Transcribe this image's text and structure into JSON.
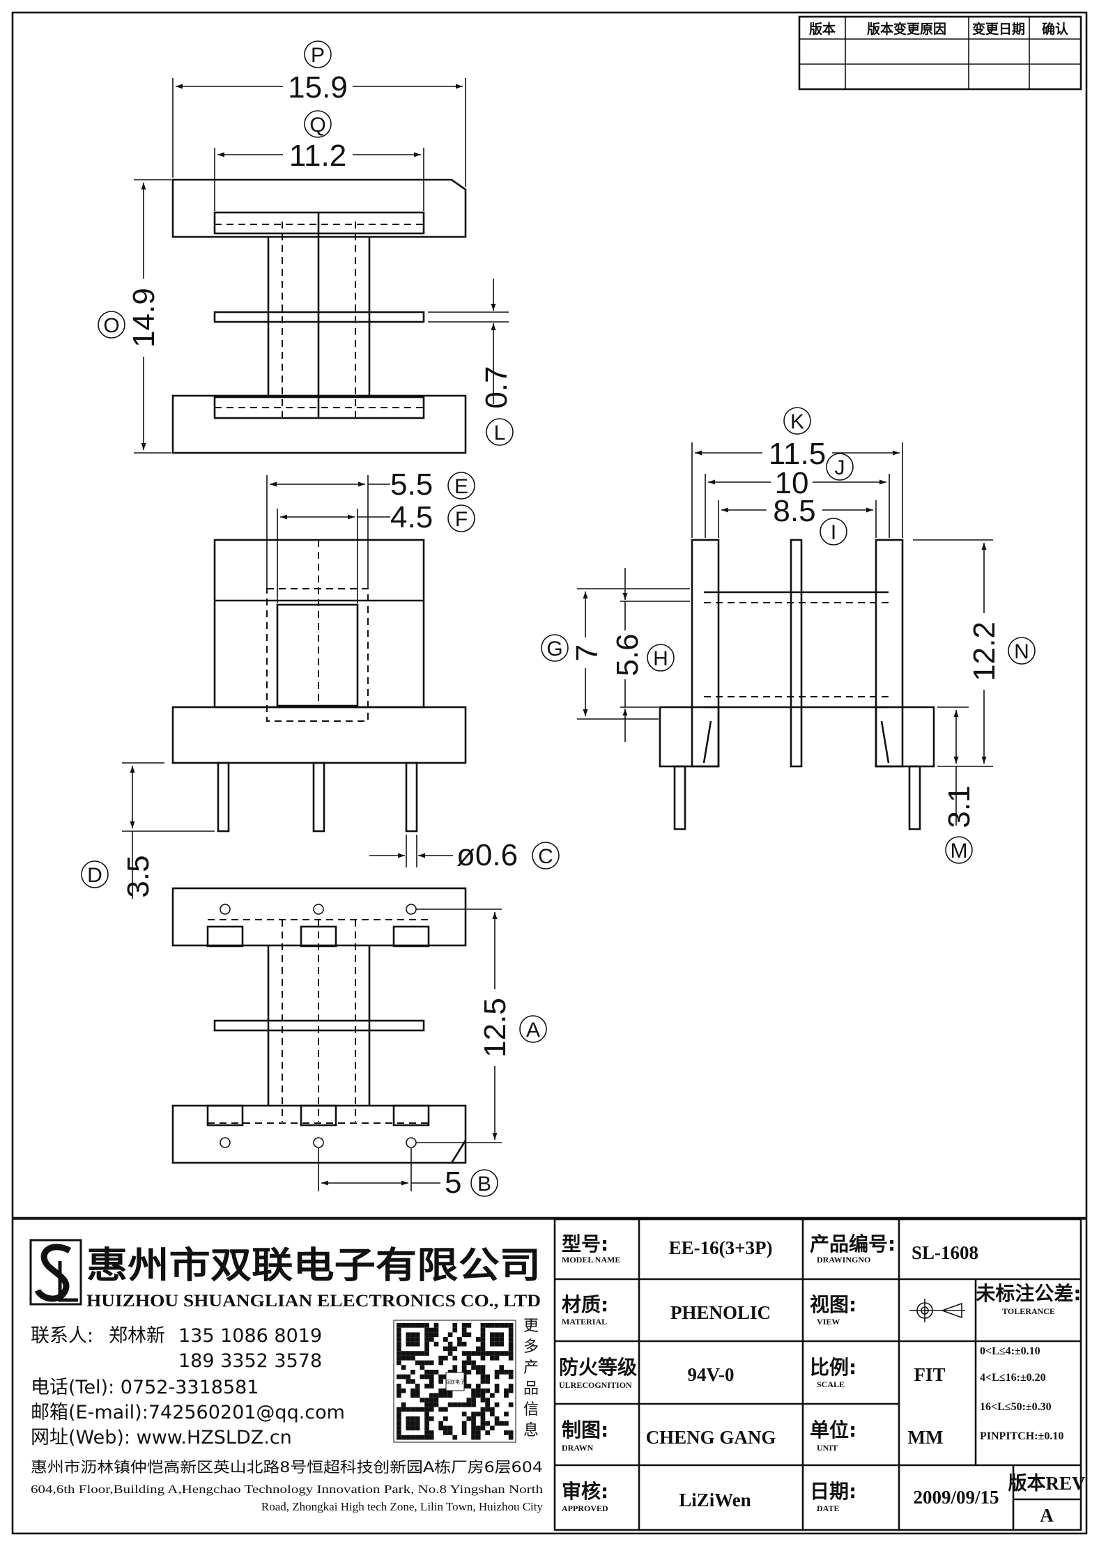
{
  "revision_table": {
    "headers": [
      "版本",
      "版本变更原因",
      "变更日期",
      "确认"
    ]
  },
  "dimensions": {
    "P": {
      "letter": "P",
      "value": "15.9"
    },
    "Q": {
      "letter": "Q",
      "value": "11.2"
    },
    "O": {
      "letter": "O",
      "value": "14.9"
    },
    "L": {
      "letter": "L",
      "value": "0.7"
    },
    "E": {
      "letter": "E",
      "value": "5.5"
    },
    "F": {
      "letter": "F",
      "value": "4.5"
    },
    "D": {
      "letter": "D",
      "value": "3.5"
    },
    "C": {
      "letter": "C",
      "value": "ø0.6"
    },
    "A": {
      "letter": "A",
      "value": "12.5"
    },
    "B": {
      "letter": "B",
      "value": "5"
    },
    "K": {
      "letter": "K",
      "value": "11.5"
    },
    "J": {
      "letter": "J",
      "value": "10"
    },
    "I": {
      "letter": "I",
      "value": "8.5"
    },
    "G": {
      "letter": "G",
      "value": "7"
    },
    "H": {
      "letter": "H",
      "value": "5.6"
    },
    "N": {
      "letter": "N",
      "value": "12.2"
    },
    "M": {
      "letter": "M",
      "value": "3.1"
    }
  },
  "company": {
    "logo_letters": "SL",
    "name_cn": "惠州市双联电子有限公司",
    "name_en": "HUIZHOU SHUANGLIAN ELECTRONICS CO., LTD",
    "contact_label": "联系人:",
    "contact_name": "郑林新",
    "phone1": "135 1086 8019",
    "phone2": "189 3352 3578",
    "tel_label": "电话",
    "tel_tag": "(Tel)",
    "tel": ": 0752-3318581",
    "mail_label": "邮箱",
    "mail_tag": "(E-mail)",
    "mail": ":742560201@qq.com",
    "web_label": "网址",
    "web_tag": "(Web)",
    "web": ": www.HZSLDZ.cn",
    "more_products": [
      "更",
      "多",
      "产",
      "品",
      "信",
      "息"
    ],
    "qr_caption": "双联电子",
    "address_cn": "惠州市沥林镇仲恺高新区英山北路8号恒超科技创新园A栋厂房6层604",
    "address_en_1": "604,6th Floor,Building A,Hengchao Technology Innovation Park, No.8 Yingshan North",
    "address_en_2": "Road, Zhongkai High tech Zone, Lilin Town, Huizhou City"
  },
  "title_block": {
    "model_label_cn": "型号:",
    "model_label_en": "MODEL NAME",
    "model": "EE-16(3+3P)",
    "drawing_label_cn": "产品编号:",
    "drawing_label_en": "DRAWINGNO",
    "drawing_no": "SL-1608",
    "material_label_cn": "材质:",
    "material_label_en": "MATERIAL",
    "material": "PHENOLIC",
    "view_label_cn": "视图:",
    "view_label_en": "VIEW",
    "tolerance_label_cn": "未标注公差:",
    "tolerance_label_en": "TOLERANCE",
    "tolerances": [
      "0<L≤4:±0.10",
      "4<L≤16:±0.20",
      "16<L≤50:±0.30",
      "PINPITCH:±0.10"
    ],
    "fire_label_cn": "防火等级",
    "fire_label_en": "ULRECOGNITION",
    "fire": "94V-0",
    "scale_label_cn": "比例:",
    "scale_label_en": "SCALE",
    "scale": "FIT",
    "drawn_label_cn": "制图:",
    "drawn_label_en": "DRAWN",
    "drawn": "CHENG GANG",
    "unit_label_cn": "单位:",
    "unit_label_en": "UNIT",
    "unit": "MM",
    "approved_label_cn": "审核:",
    "approved_label_en": "APPROVED",
    "approved": "LiZiWen",
    "date_label_cn": "日期:",
    "date_label_en": "DATE",
    "date": "2009/09/15",
    "rev_label": "版本REV",
    "rev": "A"
  }
}
